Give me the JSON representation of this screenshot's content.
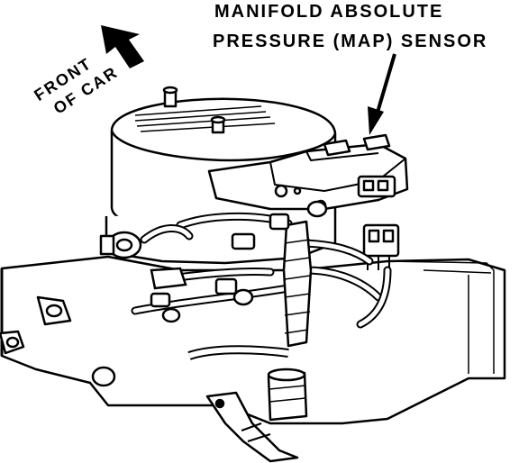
{
  "callouts": {
    "map_sensor_line1": "MANIFOLD ABSOLUTE",
    "map_sensor_line2": "PRESSURE (MAP) SENSOR",
    "front_line1": "FRONT",
    "front_line2": "OF CAR"
  }
}
